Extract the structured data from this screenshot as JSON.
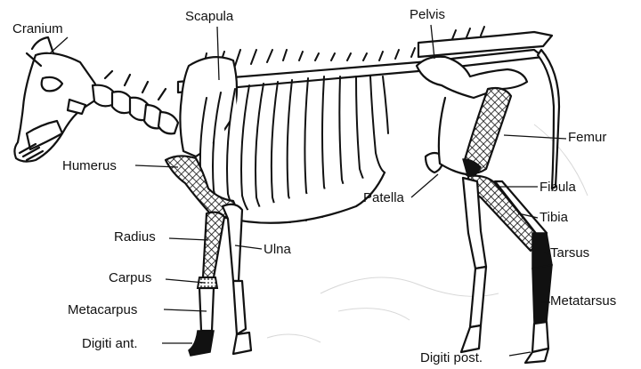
{
  "diagram": {
    "labels": {
      "cranium": "Cranium",
      "scapula": "Scapula",
      "pelvis": "Pelvis",
      "humerus": "Humerus",
      "femur": "Femur",
      "fibula": "Fibula",
      "patella": "Patella",
      "tibia": "Tibia",
      "radius": "Radius",
      "ulna": "Ulna",
      "tarsus": "Tarsus",
      "carpus": "Carpus",
      "metacarpus": "Metacarpus",
      "metatarsus": "Metatarsus",
      "digiti_ant": "Digiti ant.",
      "digiti_post": "Digiti post."
    },
    "colors": {
      "ink": "#111111",
      "background": "#ffffff",
      "watermark": "#d8d8d8"
    }
  }
}
